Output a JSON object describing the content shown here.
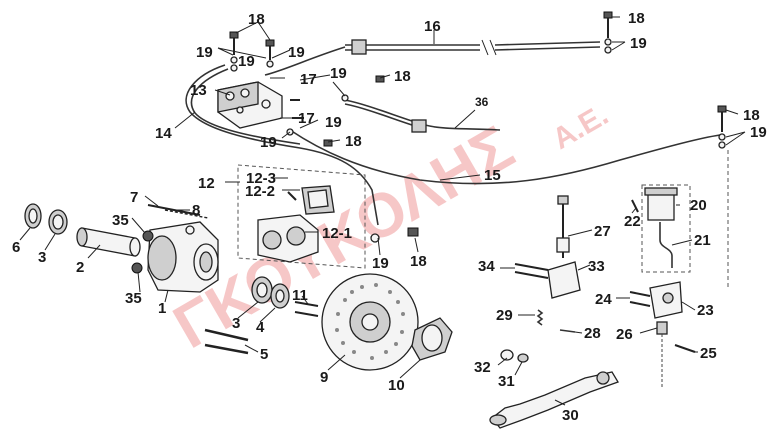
{
  "watermark": {
    "brand_text": "ΓΚΟΥΚΟΛΗΣ",
    "suffix_text": "Α.Ε.",
    "color": "#e23a3a"
  },
  "labels": {
    "n1": "1",
    "n2": "2",
    "n3a": "3",
    "n3b": "3",
    "n4": "4",
    "n5": "5",
    "n6": "6",
    "n7": "7",
    "n8": "8",
    "n9": "9",
    "n10": "10",
    "n11": "11",
    "n12": "12",
    "n12_1": "12-1",
    "n12_2": "12-2",
    "n12_3": "12-3",
    "n13": "13",
    "n14": "14",
    "n15": "15",
    "n16": "16",
    "n17a": "17",
    "n17b": "17",
    "n18a": "18",
    "n18b": "18",
    "n18c": "18",
    "n18d": "18",
    "n18e": "18",
    "n18f": "18",
    "n19a": "19",
    "n19b": "19",
    "n19c": "19",
    "n19d": "19",
    "n19e": "19",
    "n19f": "19",
    "n19g": "19",
    "n19h": "19",
    "n19i": "19",
    "n19j": "19",
    "n20": "20",
    "n21": "21",
    "n22": "22",
    "n23": "23",
    "n24": "24",
    "n25": "25",
    "n26": "26",
    "n27": "27",
    "n28": "28",
    "n29": "29",
    "n30": "30",
    "n31": "31",
    "n32": "32",
    "n33": "33",
    "n34": "34",
    "n35a": "35",
    "n35b": "35",
    "n36": "36"
  }
}
